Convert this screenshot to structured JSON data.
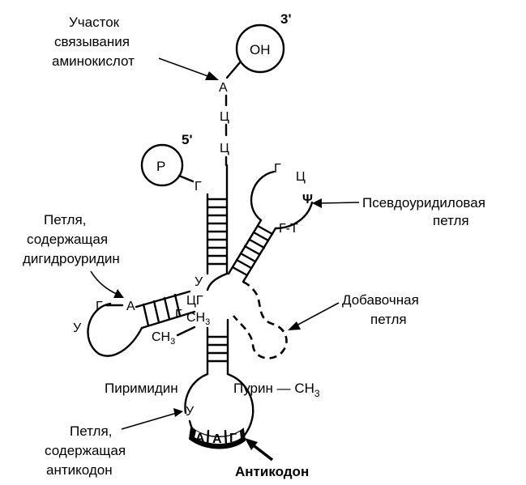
{
  "labels": {
    "amino_site": [
      "Участок",
      "связывания",
      "аминокислот"
    ],
    "pseudouridine_loop": [
      "Псевдоуридиловая",
      "петля"
    ],
    "dihydrouridine_loop": [
      "Петля,",
      "содержащая",
      "дигидроуридин"
    ],
    "extra_loop": [
      "Добавочная",
      "петля"
    ],
    "anticodon_loop": [
      "Петля,",
      "содержащая",
      "антикодон"
    ],
    "anticodon": "Антикодон",
    "pyrimidine": "Пиримидин",
    "purine_ch3": "Пурин — CH",
    "purine_ch3_sub": "3"
  },
  "groups": {
    "oh": "OH",
    "p": "P",
    "prime3": "3'",
    "prime5": "5'"
  },
  "acceptor_stem": [
    "А",
    "Ц",
    "Ц"
  ],
  "nucleotides": {
    "g_5end": "Г",
    "t_loop_g": "Г",
    "t_loop_c": "Ц",
    "psi": "Ψ",
    "gt": "Г-Т",
    "u_mid": "У",
    "cg": "ЦГ",
    "g_mid": "Г",
    "ch3_right": "CH",
    "ch3_right_sub": "3",
    "ch3_left": "CH",
    "ch3_left_sub": "3",
    "d_g": "Г",
    "d_a": "А",
    "d_u": "У",
    "ac_u": "У"
  },
  "anticodon_bases": [
    "А",
    "А",
    "Г"
  ]
}
